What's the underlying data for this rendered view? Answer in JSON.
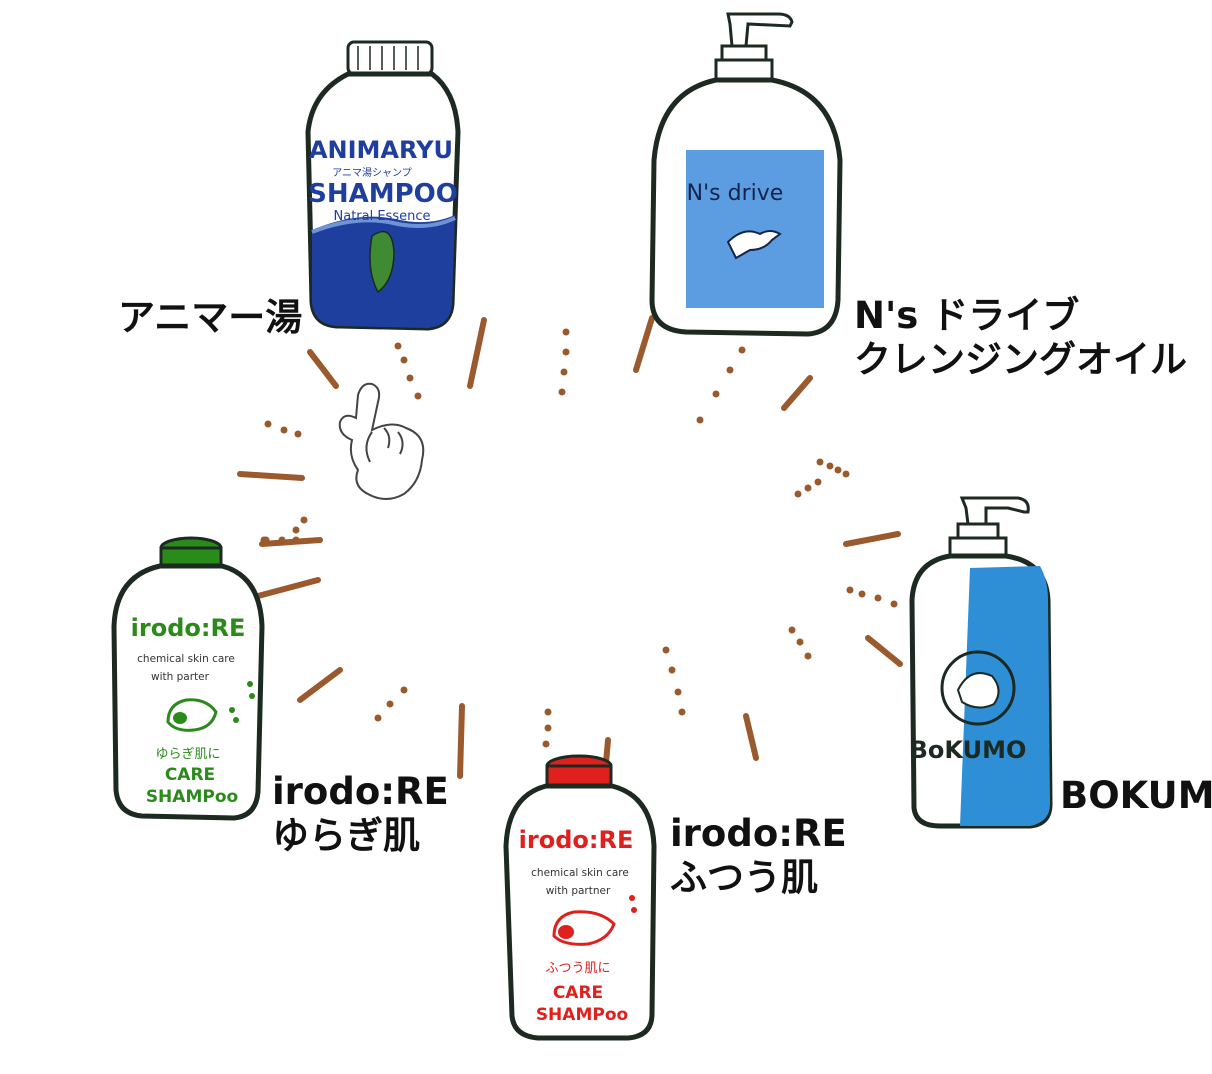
{
  "colors": {
    "ray": "#9a5a2e",
    "outline": "#1c2a22",
    "animaryu_blue": "#1f3f9f",
    "nsdrive_blue": "#5b9de0",
    "bokumo_blue": "#2f8fd6",
    "irodo_green": "#2a8a1a",
    "irodo_red": "#e0201c"
  },
  "products": [
    {
      "id": "animaryu",
      "caption": [
        "アニマー湯"
      ],
      "label": {
        "brand": "ANIMARYU",
        "sub": "アニマ湯シャンプ",
        "type": "SHAMPOO",
        "tagline": "Natral Essence"
      }
    },
    {
      "id": "ns-drive",
      "caption": [
        "N's ドライブ",
        "クレンジングオイル"
      ],
      "label": {
        "brand": "N's drive"
      }
    },
    {
      "id": "bokumo",
      "caption": [
        "BOKUMO"
      ],
      "label": {
        "brand": "BoKUMO"
      }
    },
    {
      "id": "irodo-yuragi",
      "caption": [
        "irodo:RE",
        "ゆらぎ肌"
      ],
      "label": {
        "brand": "irodo:RE",
        "line1": "chemical skin care",
        "line2": "with parter",
        "skin": "ゆらぎ肌に",
        "care": "CARE",
        "type": "SHAMPoo"
      }
    },
    {
      "id": "irodo-futsu",
      "caption": [
        "irodo:RE",
        "ふつう肌"
      ],
      "label": {
        "brand": "irodo:RE",
        "line1": "chemical skin care",
        "line2": "with partner",
        "skin": "ふつう肌に",
        "care": "CARE",
        "type": "SHAMPoo"
      }
    }
  ]
}
